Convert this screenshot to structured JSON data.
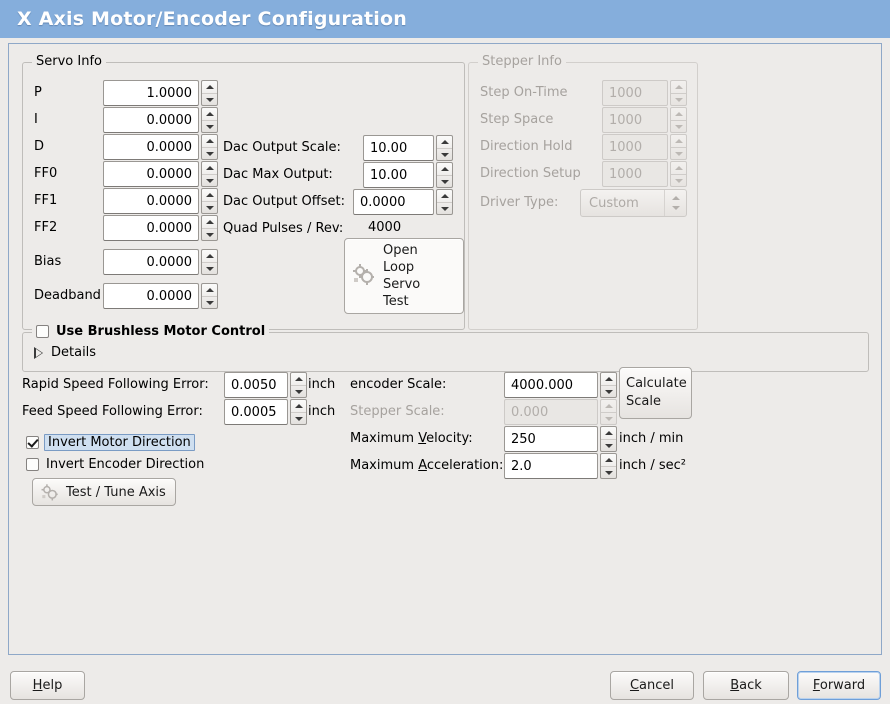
{
  "window": {
    "title": "X Axis Motor/Encoder Configuration"
  },
  "servo_info": {
    "legend": "Servo Info",
    "fields": [
      {
        "label": "P",
        "value": "1.0000"
      },
      {
        "label": "I",
        "value": "0.0000"
      },
      {
        "label": "D",
        "value": "0.0000"
      },
      {
        "label": "FF0",
        "value": "0.0000"
      },
      {
        "label": "FF1",
        "value": "0.0000"
      },
      {
        "label": "FF2",
        "value": "0.0000"
      },
      {
        "label": "Bias",
        "value": "0.0000"
      },
      {
        "label": "Deadband",
        "value": "0.0000"
      }
    ],
    "dac": [
      {
        "label": "Dac Output Scale:",
        "value": "10.00"
      },
      {
        "label": "Dac Max Output:",
        "value": "10.00"
      },
      {
        "label": "Dac Output Offset:",
        "value": "0.0000"
      }
    ],
    "quad_pulses_label": "Quad Pulses / Rev:",
    "quad_pulses_value": "4000",
    "open_loop_button": "Open\nLoop\nServo\nTest",
    "open_loop_lines": [
      "Open",
      "Loop",
      "Servo",
      "Test"
    ]
  },
  "stepper_info": {
    "legend": "Stepper Info",
    "disabled": true,
    "fields": [
      {
        "label": "Step On-Time",
        "value": "1000"
      },
      {
        "label": "Step Space",
        "value": "1000"
      },
      {
        "label": "Direction Hold",
        "value": "1000"
      },
      {
        "label": "Direction Setup",
        "value": "1000"
      }
    ],
    "driver_type_label": "Driver Type:",
    "driver_type_value": "Custom"
  },
  "brushless": {
    "checkbox_label": "Use Brushless Motor Control",
    "checked": false,
    "details_label": "Details",
    "details_expanded": false
  },
  "following_errors": [
    {
      "label": "Rapid Speed Following Error:",
      "value": "0.0050",
      "units": "inch"
    },
    {
      "label": "Feed Speed Following Error:",
      "value": "0.0005",
      "units": "inch"
    }
  ],
  "scales": [
    {
      "label": "encoder Scale:",
      "value": "4000.000",
      "units": "",
      "disabled": false,
      "mnemonic": ""
    },
    {
      "label": "Stepper Scale:",
      "value": "0.000",
      "units": "",
      "disabled": true,
      "mnemonic": ""
    },
    {
      "label": "Maximum Velocity:",
      "value": "250",
      "units": "inch / min",
      "disabled": false,
      "mnemonic": "V"
    },
    {
      "label": "Maximum Acceleration:",
      "value": "2.0",
      "units": "inch / sec²",
      "disabled": false,
      "mnemonic": "A"
    }
  ],
  "calculate_scale_button": {
    "line1": "Calculate",
    "line2": "Scale"
  },
  "invert_motor": {
    "label": "Invert Motor Direction",
    "checked": true,
    "focused": true
  },
  "invert_encoder": {
    "label": "Invert Encoder Direction",
    "checked": false,
    "focused": false
  },
  "test_tune_button": "Test / Tune Axis",
  "actions": {
    "help": {
      "mnemonic": "H",
      "rest": "elp"
    },
    "cancel": {
      "mnemonic": "C",
      "rest": "ancel"
    },
    "back": {
      "mnemonic": "B",
      "rest": "ack"
    },
    "forward": {
      "mnemonic": "F",
      "rest": "orward",
      "focused": true
    }
  },
  "colors": {
    "titlebar": "#85aedc",
    "background": "#edebe9",
    "panel_border": "#8fa8c8",
    "focus": "#6f9fd8"
  }
}
